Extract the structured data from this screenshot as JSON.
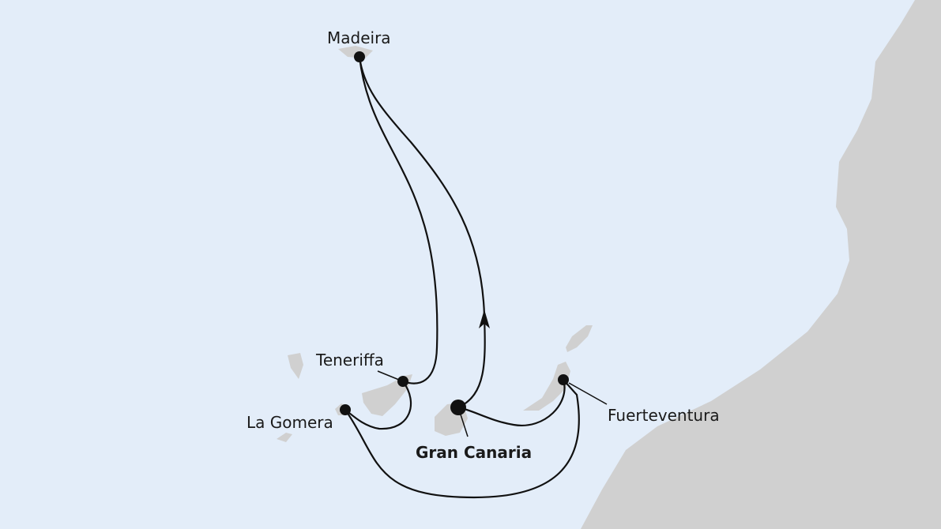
{
  "colors": {
    "sea": "#e3edf9",
    "land": "#d0d0d0",
    "route": "#111111"
  },
  "ports": [
    {
      "name": "Madeira",
      "home": false
    },
    {
      "name": "Teneriffa",
      "home": false
    },
    {
      "name": "La Gomera",
      "home": false
    },
    {
      "name": "Gran Canaria",
      "home": true
    },
    {
      "name": "Fuerteventura",
      "home": false
    }
  ]
}
